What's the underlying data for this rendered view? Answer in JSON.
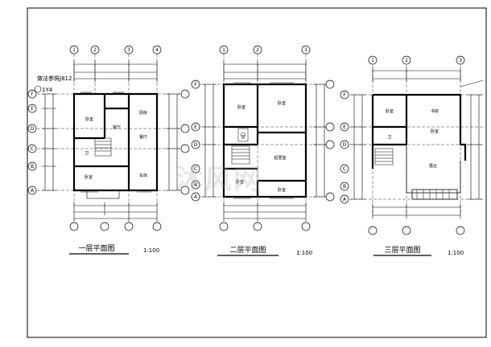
{
  "drawing": {
    "plans": [
      {
        "title": "一层平面图",
        "scale": "1:100",
        "rooms": [
          "卧室",
          "客厅",
          "厨房",
          "餐厅",
          "卫",
          "卧室",
          "车库"
        ],
        "axes_cols": [
          "1",
          "2",
          "3",
          "4"
        ],
        "axes_rows": [
          "A",
          "B",
          "C",
          "D",
          "E",
          "F"
        ]
      },
      {
        "title": "二层平面图",
        "scale": "1:100",
        "rooms": [
          "卧室",
          "卧室",
          "卫",
          "起居室",
          "卧室",
          "卧室"
        ],
        "axes_cols": [
          "1",
          "2",
          "3"
        ],
        "axes_rows": [
          "A",
          "B",
          "C",
          "D",
          "E",
          "F"
        ]
      },
      {
        "title": "三层平面图",
        "scale": "1:100",
        "rooms": [
          "卧室",
          "书房",
          "卫",
          "露台",
          "卧室"
        ],
        "axes_cols": [
          "1",
          "2",
          "3"
        ],
        "axes_rows": [
          "A",
          "B",
          "C",
          "D",
          "E",
          "F"
        ]
      }
    ],
    "note_line1": "做法参照",
    "note_ref": "J812",
    "note_line2": "1Y4",
    "watermark": "沐风网"
  },
  "colors": {
    "line": "#000000",
    "background": "#ffffff",
    "watermark": "#aaaaaa"
  }
}
